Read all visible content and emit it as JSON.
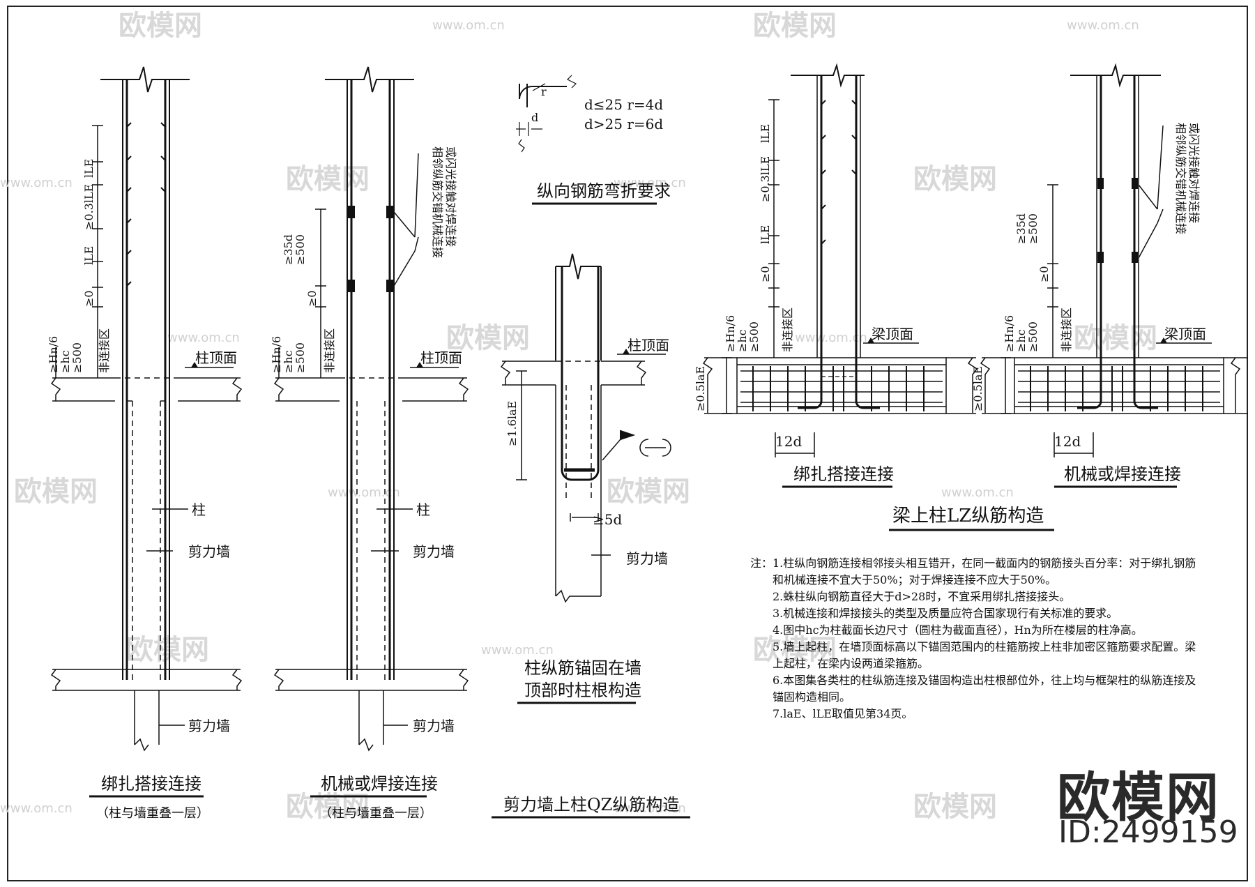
{
  "left": {
    "col_top_label": "柱顶面",
    "dim_nonconn": "非连接区",
    "dim_hn6": "≥Hn/6",
    "dim_hc": "≥hc",
    "dim_500": "≥500",
    "dim_0": "≥0",
    "dim_03lle": "≥0.3lLE",
    "dim_lle": "lLE",
    "dim_35d": "≥35d",
    "dim_500b": "≥500",
    "label_zhu": "柱",
    "label_wall": "剪力墙",
    "label_wall2": "剪力墙",
    "note_stagger": "相邻纵筋交错机械连接",
    "note_stagger2": "或闪光接触对焊连接",
    "title_a": "绑扎搭接连接",
    "sub_a": "（柱与墙重叠一层）",
    "title_b": "机械或焊接连接",
    "sub_b": "（柱与墙重叠一层）"
  },
  "middle": {
    "bend_d25": "d≤25 r=4d",
    "bend_d25b": "d>25 r=6d",
    "bend_r": "r",
    "bend_d": "d",
    "bend_title": "纵向钢筋弯折要求",
    "col_top": "柱顶面",
    "dim_16lae": "≥1.6laE",
    "dim_5d": "≥5d",
    "wall": "剪力墙",
    "anchor_title1": "柱纵筋锚固在墙",
    "anchor_title2": "顶部时柱根构造",
    "group_title": "剪力墙上柱QZ纵筋构造"
  },
  "right": {
    "beam_top": "梁顶面",
    "dim_05lae": "≥0.5laE",
    "dim_12d": "12d",
    "title_a": "绑扎搭接连接",
    "title_b": "机械或焊接连接",
    "group_title": "梁上柱LZ纵筋构造"
  },
  "notes": {
    "head": "注：",
    "items": [
      "1.柱纵向钢筋连接相邻接头相互错开，在同一截面内的钢筋接头百分率：对于绑扎钢筋和机械连接不宜大于50%；对于焊接连接不应大于50%。",
      "2.蛛柱纵向钢筋直径大于d>28时，不宜采用绑扎搭接接头。",
      "3.机械连接和焊接接头的类型及质量应符合国家现行有关标准的要求。",
      "4.图中hc为柱截面长边尺寸（圆柱为截面直径），Hn为所在楼层的柱净高。",
      "5.墙上起柱，在墙顶面标高以下锚固范围内的柱箍筋按上柱非加密区箍筋要求配置。梁上起柱，在梁内设两道梁箍筋。",
      "6.本图集各类柱的柱纵筋连接及锚固构造出柱根部位外，往上均与框架柱的纵筋连接及锚固构造相同。",
      "7.laE、lLE取值见第34页。"
    ]
  },
  "watermark": {
    "brand": "欧模网",
    "id": "ID:2499159",
    "faint": "欧模网",
    "url": "www.om.cn"
  }
}
